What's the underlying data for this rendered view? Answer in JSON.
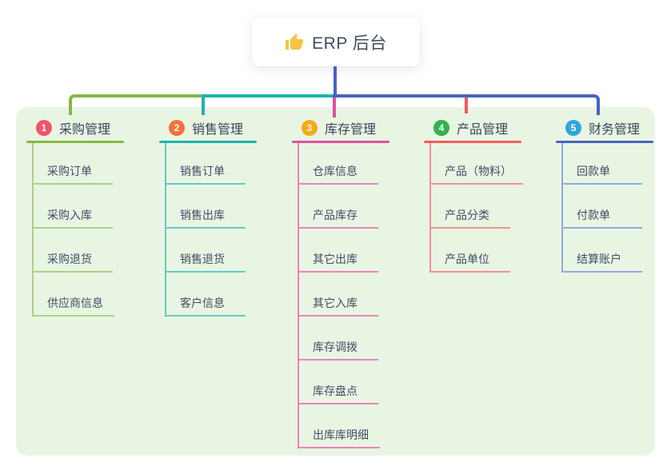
{
  "root": {
    "icon": "thumbs-up-icon",
    "icon_color": "#f6c344",
    "title": "ERP 后台",
    "connector_color": "#4664c5"
  },
  "panel": {
    "background": "#e9f5e3"
  },
  "branches": [
    {
      "num": "1",
      "label": "采购管理",
      "badge_color": "#f2536b",
      "line_color": "#82ba42",
      "child_line_color": "#a9d383",
      "children": [
        "采购订单",
        "采购入库",
        "采购退货",
        "供应商信息"
      ]
    },
    {
      "num": "2",
      "label": "销售管理",
      "badge_color": "#f3713b",
      "line_color": "#1db4ae",
      "child_line_color": "#62cbc6",
      "children": [
        "销售订单",
        "销售出库",
        "销售退货",
        "客户信息"
      ]
    },
    {
      "num": "3",
      "label": "库存管理",
      "badge_color": "#f7a919",
      "line_color": "#e0519f",
      "child_line_color": "#ec83ba",
      "children": [
        "仓库信息",
        "产品库存",
        "其它出库",
        "其它入库",
        "库存调拨",
        "库存盘点",
        "出库库明细"
      ]
    },
    {
      "num": "4",
      "label": "产品管理",
      "badge_color": "#33b14d",
      "line_color": "#f15b5e",
      "child_line_color": "#f59092",
      "children": [
        "产品（物料）",
        "产品分类",
        "产品单位"
      ]
    },
    {
      "num": "5",
      "label": "财务管理",
      "badge_color": "#2ea6db",
      "line_color": "#4664c5",
      "child_line_color": "#93a8e0",
      "children": [
        "回款单",
        "付款单",
        "结算账户"
      ]
    }
  ]
}
